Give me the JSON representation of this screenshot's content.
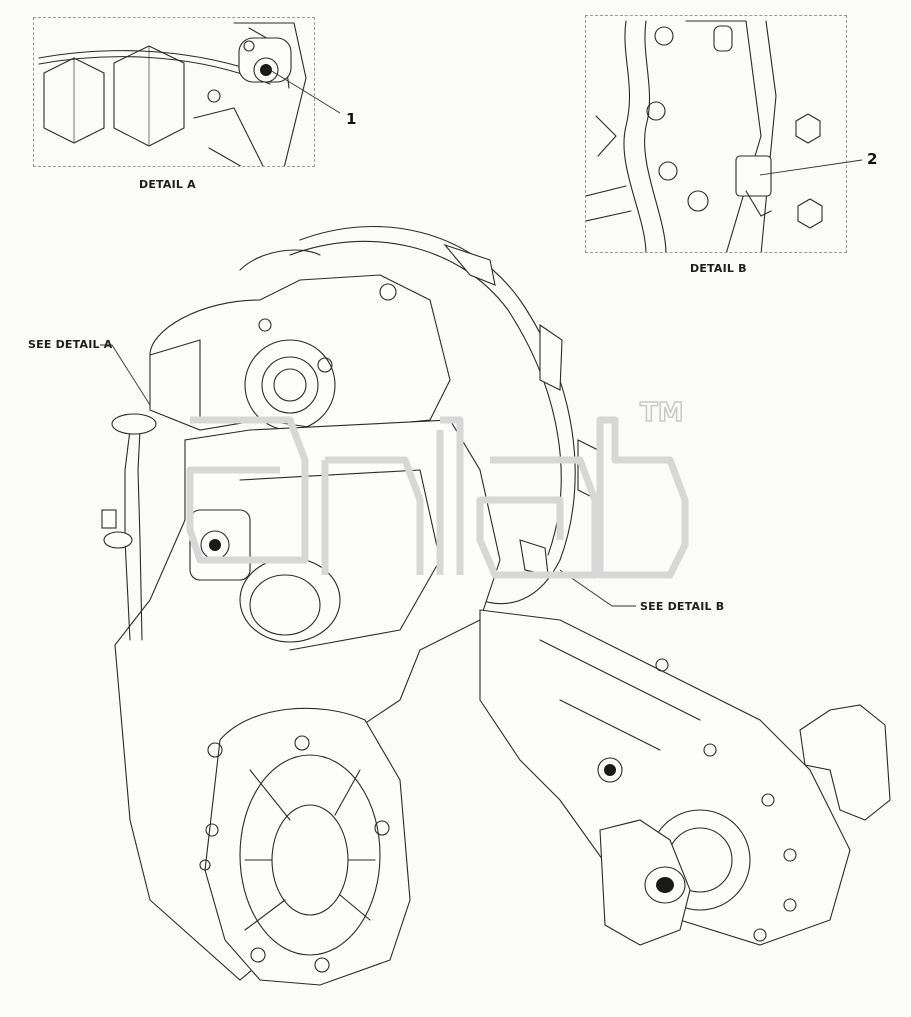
{
  "detail_a": {
    "caption": "DETAIL A",
    "callout": "1"
  },
  "detail_b": {
    "caption": "DETAIL B",
    "callout": "2"
  },
  "see_detail_a": "SEE DETAIL A",
  "see_detail_b": "SEE DETAIL B",
  "watermark": {
    "trademark": "TM"
  },
  "colors": {
    "line": "#2a2a2a",
    "dashed_border": "#9a9a9a",
    "watermark": "#d7d7d7",
    "background": "#fbfbf9"
  }
}
